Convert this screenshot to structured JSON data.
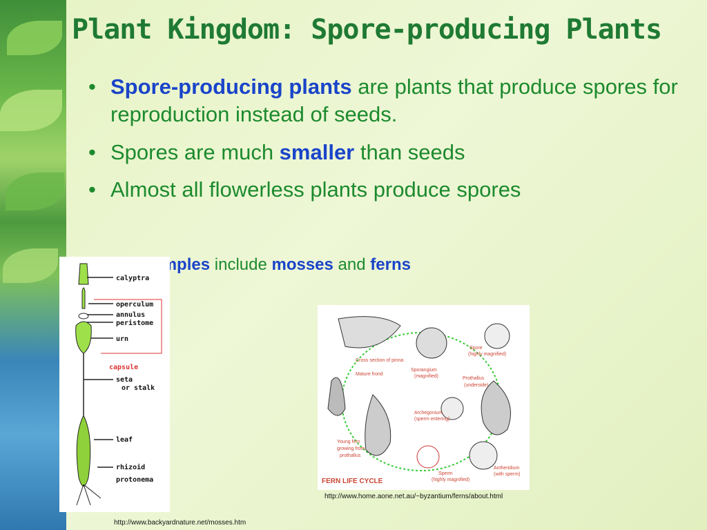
{
  "slide": {
    "title": "Plant Kingdom: Spore-producing Plants",
    "bullets": [
      {
        "kw": "Spore-producing plants",
        "text": " are plants that produce spores for reproduction instead of seeds."
      },
      {
        "pre": "Spores are much ",
        "kw": "smaller",
        "post": " than seeds"
      },
      {
        "text": "Almost all flowerless plants produce spores"
      }
    ],
    "sub": {
      "dash": "– ",
      "kw1": "Examples",
      "t1": " include ",
      "kw2": "mosses",
      "t2": " and ",
      "kw3": "ferns"
    }
  },
  "moss_diagram": {
    "labels": [
      "calyptra",
      "operculum",
      "annulus",
      "peristome",
      "urn",
      "capsule",
      "seta",
      "or stalk",
      "leaf",
      "rhizoid",
      "protonema"
    ]
  },
  "fern_diagram": {
    "title": "FERN LIFE CYCLE",
    "labels": [
      "Cross section of pinna",
      "Mature frond",
      "Sporangium",
      "(magnified)",
      "Spore",
      "(highly magnified)",
      "Prothallus",
      "(underside)",
      "Archegonium",
      "(sperm entering)",
      "Young fern",
      "growing from",
      "prothallus",
      "Sperm",
      "(highly magnified)",
      "Antheridium",
      "(with sperm)"
    ]
  },
  "captions": {
    "fern_url": "http://www.home.aone.net.au/~byzantium/ferns/about.html",
    "moss_url": "http://www.backyardnature.net/mosses.htm"
  },
  "colors": {
    "title": "#1f7a33",
    "text": "#1c8a2e",
    "keyword": "#1a44c9"
  }
}
